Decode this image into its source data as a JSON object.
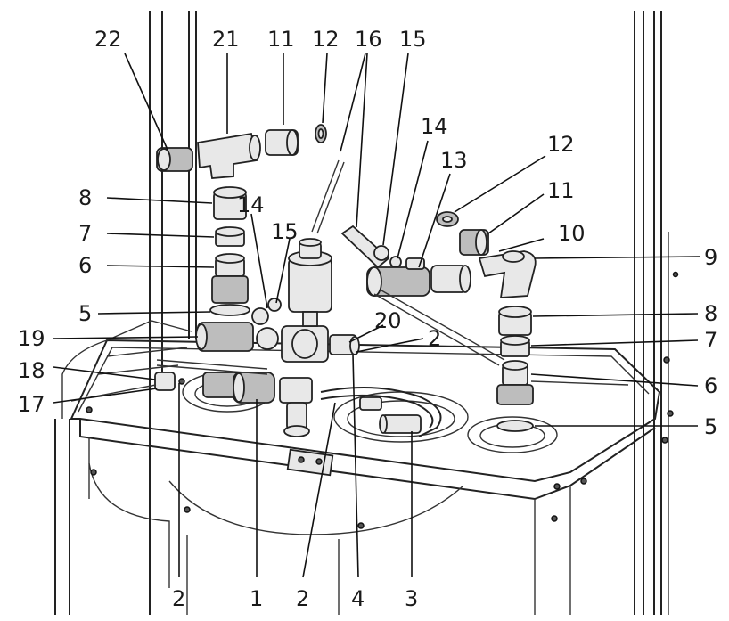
{
  "callouts": [
    {
      "id": "c22",
      "text": "22"
    },
    {
      "id": "c21",
      "text": "21"
    },
    {
      "id": "c11a",
      "text": "11"
    },
    {
      "id": "c12a",
      "text": "12"
    },
    {
      "id": "c16",
      "text": "16"
    },
    {
      "id": "c15a",
      "text": "15"
    },
    {
      "id": "c14a",
      "text": "14"
    },
    {
      "id": "c13",
      "text": "13"
    },
    {
      "id": "c12b",
      "text": "12"
    },
    {
      "id": "c11b",
      "text": "11"
    },
    {
      "id": "c10",
      "text": "10"
    },
    {
      "id": "c9",
      "text": "9"
    },
    {
      "id": "c8a",
      "text": "8"
    },
    {
      "id": "c14b",
      "text": "14"
    },
    {
      "id": "c7a",
      "text": "7"
    },
    {
      "id": "c15b",
      "text": "15"
    },
    {
      "id": "c6a",
      "text": "6"
    },
    {
      "id": "c5a",
      "text": "5"
    },
    {
      "id": "c19",
      "text": "19"
    },
    {
      "id": "c20",
      "text": "20"
    },
    {
      "id": "c2a",
      "text": "2"
    },
    {
      "id": "c8b",
      "text": "8"
    },
    {
      "id": "c7b",
      "text": "7"
    },
    {
      "id": "c18",
      "text": "18"
    },
    {
      "id": "c6b",
      "text": "6"
    },
    {
      "id": "c17",
      "text": "17"
    },
    {
      "id": "c5b",
      "text": "5"
    },
    {
      "id": "c2b",
      "text": "2"
    },
    {
      "id": "c1",
      "text": "1"
    },
    {
      "id": "c2c",
      "text": "2"
    },
    {
      "id": "c4",
      "text": "4"
    },
    {
      "id": "c3",
      "text": "3"
    }
  ]
}
